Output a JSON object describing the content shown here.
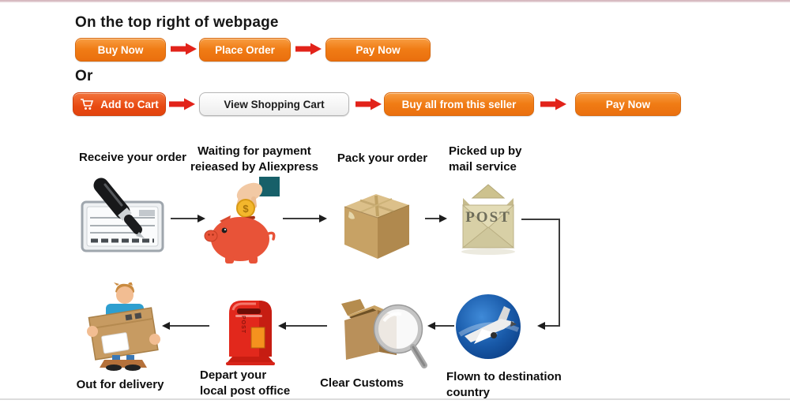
{
  "top_section": {
    "heading": "On the top right of webpage",
    "or_label": "Or",
    "direct_flow": {
      "buy_now": "Buy Now",
      "place_order": "Place Order",
      "pay_now": "Pay Now"
    },
    "cart_flow": {
      "add_to_cart": "Add to Cart",
      "view_shopping_cart": "View Shopping Cart",
      "buy_all_from_seller": "Buy all from this seller",
      "pay_now": "Pay Now"
    }
  },
  "shipping_flow": {
    "row1": [
      {
        "label": "Receive your order",
        "icon": "check-pen-icon"
      },
      {
        "label": "Waiting for payment\nreieased by Aliexpress",
        "icon": "piggy-bank-icon",
        "coin_symbol": "$"
      },
      {
        "label": "Pack your order",
        "icon": "package-box-icon"
      },
      {
        "label": "Picked up by\nmail service",
        "icon": "post-envelope-icon",
        "stamp_text": "POST"
      }
    ],
    "row2": [
      {
        "label": "Flown to destination\ncountry",
        "icon": "airplane-globe-icon"
      },
      {
        "label": "Clear Customs",
        "icon": "customs-inspection-icon"
      },
      {
        "label": "Depart your\nlocal post office",
        "icon": "post-mailbox-icon",
        "stamp_text": "POST"
      },
      {
        "label": "Out for delivery",
        "icon": "delivery-person-icon"
      }
    ]
  },
  "colors": {
    "button_orange": "#F07C15",
    "cart_button_orange": "#E84A12",
    "view_cart_gray": "#EDEDED",
    "arrow_red": "#E2231A",
    "piggy_red": "#E85338",
    "globe_blue": "#1859A8",
    "mailbox_red": "#E2281C"
  }
}
